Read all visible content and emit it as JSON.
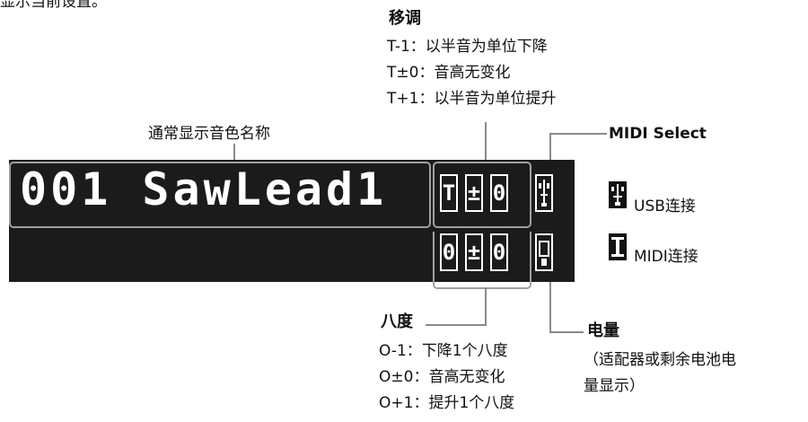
{
  "header_fragment": "显示当前设置。",
  "transpose": {
    "title": "移调",
    "lines": [
      "T-1：以半音为单位下降",
      "T±0：音高无变化",
      "T+1：以半音为单位提升"
    ]
  },
  "voice_label": "通常显示音色名称",
  "midi_select_label": "MIDI Select",
  "lcd": {
    "voice_text": "001 SawLead1",
    "transpose_cells": [
      "T",
      "±",
      "0"
    ],
    "octave_cells": [
      "0",
      "±",
      "0"
    ]
  },
  "connection": {
    "usb_label": "USB连接",
    "midi_label": "MIDI连接"
  },
  "octave": {
    "title": "八度",
    "lines": [
      "O-1：下降1个八度",
      "O±0：音高无变化",
      "O+1：提升1个八度"
    ]
  },
  "battery": {
    "title": "电量",
    "lines": [
      "（适配器或剩余电池电",
      "量显示）"
    ]
  }
}
